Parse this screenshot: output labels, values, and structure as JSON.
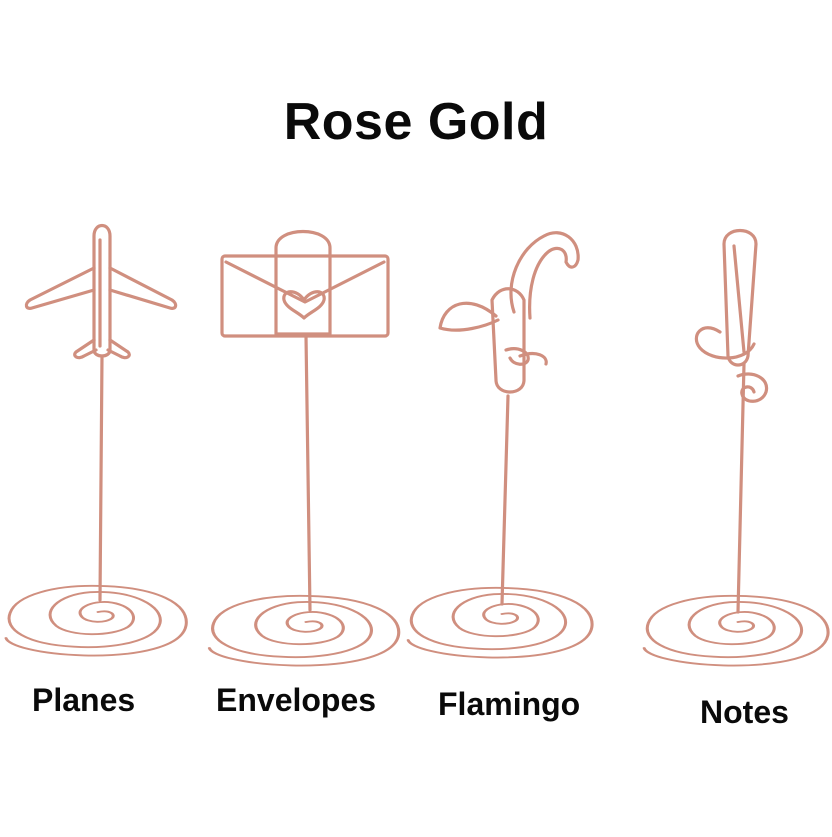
{
  "title": "Rose Gold",
  "wire_color": "#d08f7f",
  "wire_highlight": "#f3cfc4",
  "holders": [
    {
      "name": "Planes",
      "shape": "airplane"
    },
    {
      "name": "Envelopes",
      "shape": "envelope-with-heart"
    },
    {
      "name": "Flamingo",
      "shape": "flamingo"
    },
    {
      "name": "Notes",
      "shape": "treble-clef"
    }
  ]
}
